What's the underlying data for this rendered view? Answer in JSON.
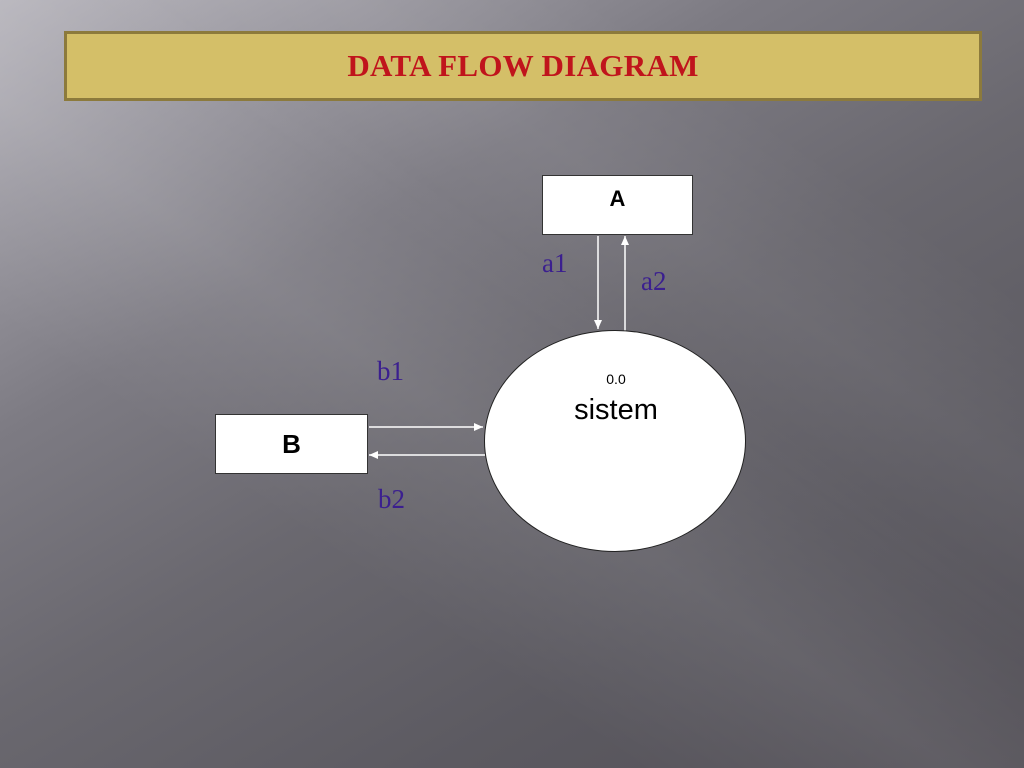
{
  "slide": {
    "title": "DATA FLOW DIAGRAM"
  },
  "diagram": {
    "entities": {
      "a": "A",
      "b": "B"
    },
    "process": {
      "number": "0.0",
      "name": "sistem"
    },
    "flows": {
      "a1": "a1",
      "a2": "a2",
      "b1": "b1",
      "b2": "b2"
    }
  },
  "colors": {
    "title_background": "#d4bf68",
    "title_text": "#c0141c",
    "flow_label": "#3b1f8f",
    "arrow": "#ffffff"
  }
}
